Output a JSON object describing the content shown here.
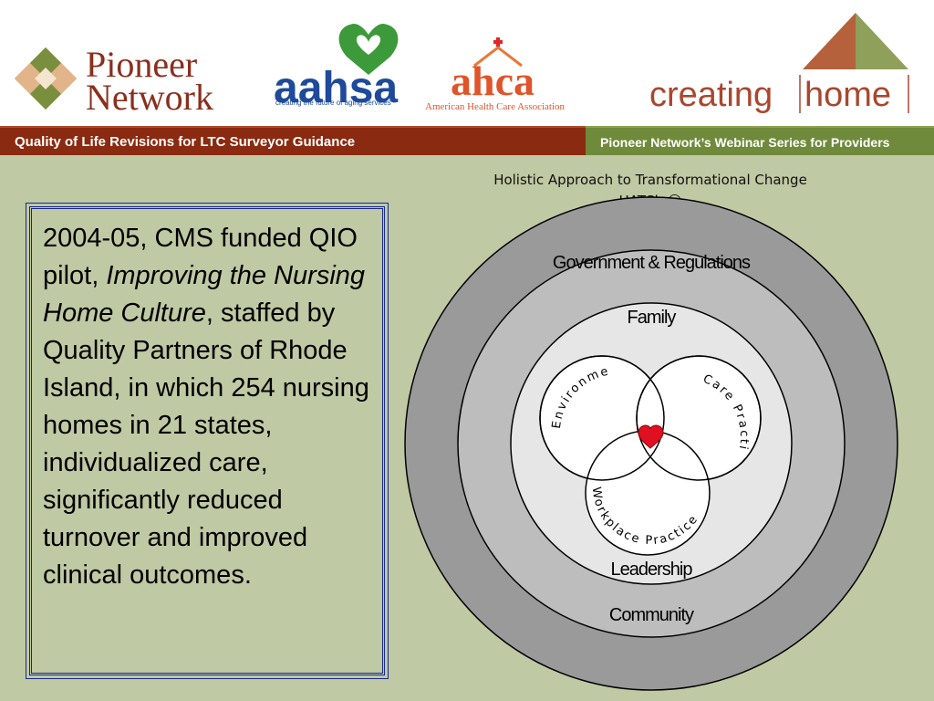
{
  "header": {
    "pioneer_line1": "Pioneer",
    "pioneer_line2": "Network",
    "aahsa_name": "aahsa",
    "aahsa_tagline": "creating the future of aging services",
    "ahca_name": "ahca",
    "ahca_tagline": "American Health Care Association",
    "creating_word": "creating",
    "home_word": "home"
  },
  "banner": {
    "left_text": "Quality of Life Revisions for LTC Surveyor Guidance",
    "right_text": "Pioneer Network’s Webinar Series for Providers"
  },
  "body_text": {
    "part1": "2004-05, CMS funded QIO pilot, ",
    "italic": "Improving the Nursing Home Culture",
    "part2": ", staffed by Quality Partners of Rhode Island, in which 254 nursing homes in 21 states, individualized care, significantly reduced turnover and improved clinical outcomes."
  },
  "diagram": {
    "title_line1": "Holistic Approach to Transformational Change",
    "title_line2": "HATCh ☺",
    "ring_outer": "Government & Regulations",
    "ring_family": "Family",
    "ring_leadership": "Leadership",
    "ring_community": "Community",
    "venn_environment": "Environment",
    "venn_care": "Care Practice",
    "venn_workplace": "Workplace Practice",
    "colors": {
      "outer_ring": "#9a9a9a",
      "family_ring": "#bdbdbd",
      "inner_disc": "#e6e6e6",
      "heart": "#e01020"
    }
  }
}
